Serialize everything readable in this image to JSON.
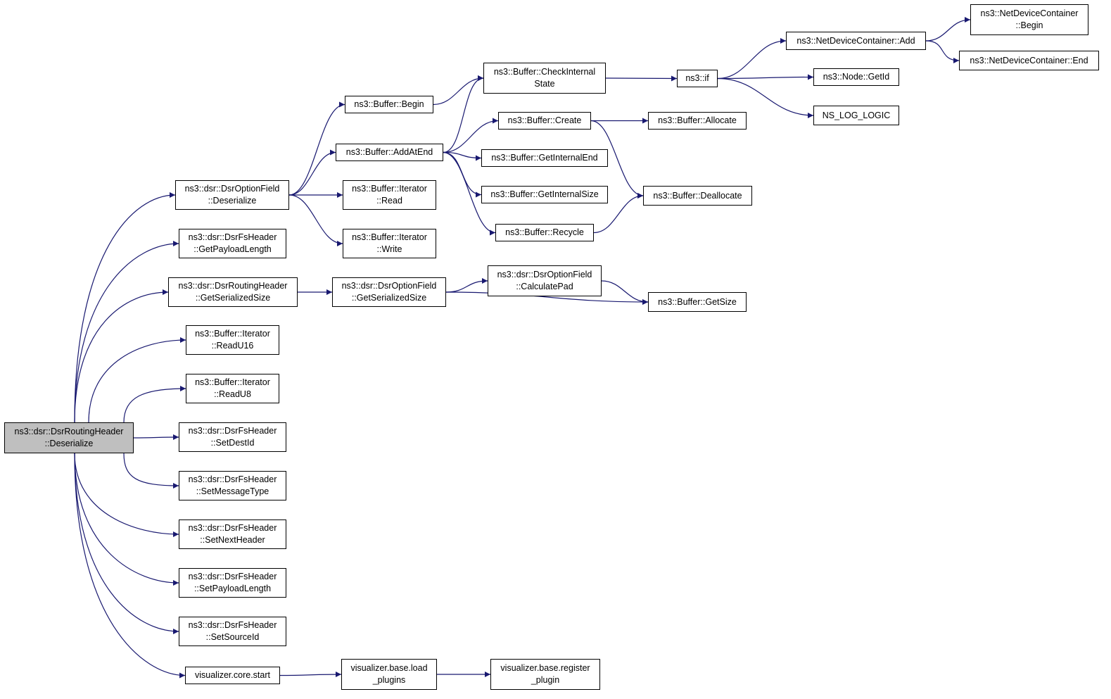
{
  "colors": {
    "edge": "#191970",
    "root_fill": "#bfbfbf",
    "node_fill": "#ffffff",
    "border": "#000000"
  },
  "nodes": [
    {
      "id": "root",
      "lines": [
        "ns3::dsr::DsrRoutingHeader",
        "::Deserialize"
      ],
      "root": true
    },
    {
      "id": "optDeser",
      "lines": [
        "ns3::dsr::DsrOptionField",
        "::Deserialize"
      ]
    },
    {
      "id": "getPayloadLen",
      "lines": [
        "ns3::dsr::DsrFsHeader",
        "::GetPayloadLength"
      ]
    },
    {
      "id": "rhSerSize",
      "lines": [
        "ns3::dsr::DsrRoutingHeader",
        "::GetSerializedSize"
      ]
    },
    {
      "id": "readU16",
      "lines": [
        "ns3::Buffer::Iterator",
        "::ReadU16"
      ]
    },
    {
      "id": "readU8",
      "lines": [
        "ns3::Buffer::Iterator",
        "::ReadU8"
      ]
    },
    {
      "id": "setDestId",
      "lines": [
        "ns3::dsr::DsrFsHeader",
        "::SetDestId"
      ]
    },
    {
      "id": "setMsgType",
      "lines": [
        "ns3::dsr::DsrFsHeader",
        "::SetMessageType"
      ]
    },
    {
      "id": "setNextHeader",
      "lines": [
        "ns3::dsr::DsrFsHeader",
        "::SetNextHeader"
      ]
    },
    {
      "id": "setPayloadLen",
      "lines": [
        "ns3::dsr::DsrFsHeader",
        "::SetPayloadLength"
      ]
    },
    {
      "id": "setSourceId",
      "lines": [
        "ns3::dsr::DsrFsHeader",
        "::SetSourceId"
      ]
    },
    {
      "id": "vizStart",
      "lines": [
        "visualizer.core.start"
      ]
    },
    {
      "id": "bufBegin",
      "lines": [
        "ns3::Buffer::Begin"
      ]
    },
    {
      "id": "addAtEnd",
      "lines": [
        "ns3::Buffer::AddAtEnd"
      ]
    },
    {
      "id": "itRead",
      "lines": [
        "ns3::Buffer::Iterator",
        "::Read"
      ]
    },
    {
      "id": "itWrite",
      "lines": [
        "ns3::Buffer::Iterator",
        "::Write"
      ]
    },
    {
      "id": "optSerSize",
      "lines": [
        "ns3::dsr::DsrOptionField",
        "::GetSerializedSize"
      ]
    },
    {
      "id": "loadPlugins",
      "lines": [
        "visualizer.base.load",
        "_plugins"
      ]
    },
    {
      "id": "checkInternal",
      "lines": [
        "ns3::Buffer::CheckInternal",
        "State"
      ]
    },
    {
      "id": "bufCreate",
      "lines": [
        "ns3::Buffer::Create"
      ]
    },
    {
      "id": "getInternalEnd",
      "lines": [
        "ns3::Buffer::GetInternalEnd"
      ]
    },
    {
      "id": "getInternalSize",
      "lines": [
        "ns3::Buffer::GetInternalSize"
      ]
    },
    {
      "id": "bufRecycle",
      "lines": [
        "ns3::Buffer::Recycle"
      ]
    },
    {
      "id": "calcPad",
      "lines": [
        "ns3::dsr::DsrOptionField",
        "::CalculatePad"
      ]
    },
    {
      "id": "registerPlugin",
      "lines": [
        "visualizer.base.register",
        "_plugin"
      ]
    },
    {
      "id": "ns3if",
      "lines": [
        "ns3::if"
      ]
    },
    {
      "id": "bufAllocate",
      "lines": [
        "ns3::Buffer::Allocate"
      ]
    },
    {
      "id": "bufDeallocate",
      "lines": [
        "ns3::Buffer::Deallocate"
      ]
    },
    {
      "id": "bufGetSize",
      "lines": [
        "ns3::Buffer::GetSize"
      ]
    },
    {
      "id": "ndcAdd",
      "lines": [
        "ns3::NetDeviceContainer::Add"
      ]
    },
    {
      "id": "nodeGetId",
      "lines": [
        "ns3::Node::GetId"
      ]
    },
    {
      "id": "nsLogLogic",
      "lines": [
        "NS_LOG_LOGIC"
      ]
    },
    {
      "id": "ndcBegin",
      "lines": [
        "ns3::NetDeviceContainer",
        "::Begin"
      ]
    },
    {
      "id": "ndcEnd",
      "lines": [
        "ns3::NetDeviceContainer::End"
      ]
    }
  ],
  "edges": [
    [
      "root",
      "optDeser"
    ],
    [
      "root",
      "getPayloadLen"
    ],
    [
      "root",
      "rhSerSize"
    ],
    [
      "root",
      "readU16"
    ],
    [
      "root",
      "readU8"
    ],
    [
      "root",
      "setDestId"
    ],
    [
      "root",
      "setMsgType"
    ],
    [
      "root",
      "setNextHeader"
    ],
    [
      "root",
      "setPayloadLen"
    ],
    [
      "root",
      "setSourceId"
    ],
    [
      "root",
      "vizStart"
    ],
    [
      "optDeser",
      "bufBegin"
    ],
    [
      "optDeser",
      "addAtEnd"
    ],
    [
      "optDeser",
      "itRead"
    ],
    [
      "optDeser",
      "itWrite"
    ],
    [
      "rhSerSize",
      "optSerSize"
    ],
    [
      "vizStart",
      "loadPlugins"
    ],
    [
      "bufBegin",
      "checkInternal"
    ],
    [
      "addAtEnd",
      "checkInternal"
    ],
    [
      "addAtEnd",
      "bufCreate"
    ],
    [
      "addAtEnd",
      "getInternalEnd"
    ],
    [
      "addAtEnd",
      "getInternalSize"
    ],
    [
      "addAtEnd",
      "bufRecycle"
    ],
    [
      "optSerSize",
      "calcPad"
    ],
    [
      "optSerSize",
      "bufGetSize"
    ],
    [
      "loadPlugins",
      "registerPlugin"
    ],
    [
      "checkInternal",
      "ns3if"
    ],
    [
      "bufCreate",
      "bufAllocate"
    ],
    [
      "bufCreate",
      "bufDeallocate"
    ],
    [
      "bufRecycle",
      "bufDeallocate"
    ],
    [
      "calcPad",
      "bufGetSize"
    ],
    [
      "ns3if",
      "ndcAdd"
    ],
    [
      "ns3if",
      "nodeGetId"
    ],
    [
      "ns3if",
      "nsLogLogic"
    ],
    [
      "ndcAdd",
      "ndcBegin"
    ],
    [
      "ndcAdd",
      "ndcEnd"
    ]
  ]
}
